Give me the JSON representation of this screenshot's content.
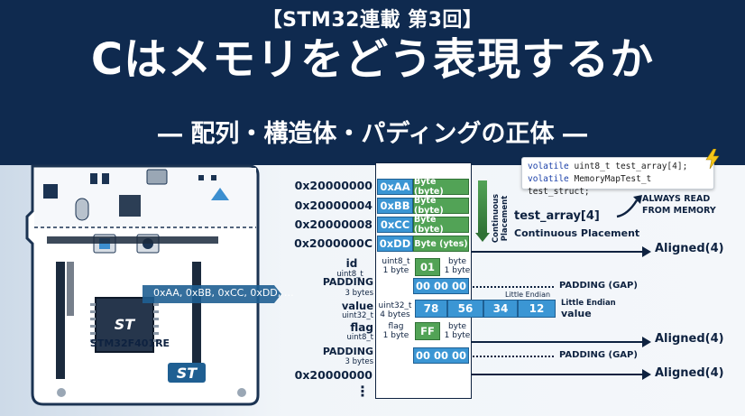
{
  "header": {
    "series": "【STM32連載 第3回】",
    "title": "Cはメモリをどう表現するか",
    "subtitle": "― 配列・構造体・パディングの正体 ―"
  },
  "board": {
    "chip_label": "STM32F401RE",
    "stream_text": "0xAA, 0xBB, 0xCC, 0xDD, …"
  },
  "code": {
    "line1_kw": "volatile",
    "line1_rest": " uint8_t test_array[4];",
    "line2_kw": "volatile",
    "line2_rest": " MemoryMapTest_t test_struct;"
  },
  "memory": {
    "addresses": [
      "0x20000000",
      "0x20000004",
      "0x20000008",
      "0x2000000C"
    ],
    "array_cells": [
      {
        "value": "0xAA",
        "type": "Byte (byte)"
      },
      {
        "value": "0xBB",
        "type": "Byte (byte)"
      },
      {
        "value": "0xCC",
        "type": "Byte (byte)"
      },
      {
        "value": "0xDD",
        "type": "Byte (ytes)"
      }
    ],
    "continuous_label": "Continuous Placement",
    "array_name": "test_array[4]",
    "array_caption": "Continuous Placement",
    "always_read": "ALWAYS READ FROM MEMORY",
    "aligned": "Aligned(4)",
    "aligned_last": "Aligned(4)",
    "fields": {
      "id": {
        "name": "id",
        "type": "uint8_t",
        "tag_type": "uint8_t",
        "tag_size": "1 byte",
        "value": "01",
        "unit": "byte",
        "unit2": "1 byte"
      },
      "padding1": {
        "name": "PADDING",
        "size": "3 bytes",
        "value": "00 00 00",
        "note": "PADDING (GAP)"
      },
      "value": {
        "name": "value",
        "type": "uint32_t",
        "tag_type": "uint32_t",
        "tag_size": "4 bytes",
        "bytes": [
          "78",
          "56",
          "34",
          "12"
        ],
        "endian_top": "Little Endian",
        "endian_right": "Little Endian",
        "right_name": "value"
      },
      "flag": {
        "name": "flag",
        "type": "uint8_t",
        "tag_type": "flag",
        "tag_size": "1 byte",
        "value": "FF",
        "unit": "byte",
        "unit2": "1 byte"
      },
      "padding2": {
        "name": "PADDING",
        "size": "3 bytes",
        "value": "00 00 00",
        "note": "PADDING (GAP)"
      }
    },
    "last_address": "0x20000000",
    "ellipsis": "⋮"
  },
  "colors": {
    "navy": "#0f2a4f",
    "blue_cell": "#3b96d4",
    "green_cell": "#52a356",
    "lightning": "#f5c518"
  }
}
